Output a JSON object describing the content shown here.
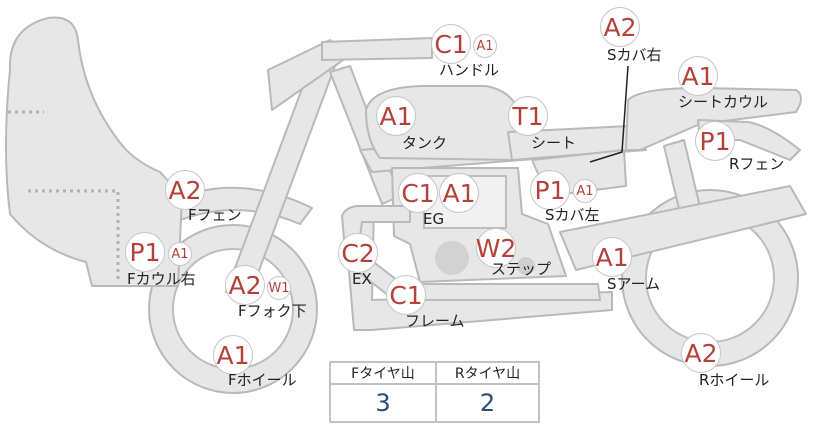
{
  "parts": [
    {
      "id": "handle",
      "grade": "C1",
      "sub": "A1",
      "label": "ハンドル"
    },
    {
      "id": "tank",
      "grade": "A1",
      "label": "タンク"
    },
    {
      "id": "seat",
      "grade": "T1",
      "label": "シート"
    },
    {
      "id": "side-cover-right",
      "grade": "A2",
      "label": "Sカバ右"
    },
    {
      "id": "seat-cowl",
      "grade": "A1",
      "label": "シートカウル"
    },
    {
      "id": "rear-fender",
      "grade": "P1",
      "label": "Rフェン"
    },
    {
      "id": "front-fender",
      "grade": "A2",
      "label": "Fフェン"
    },
    {
      "id": "engine",
      "grade": "C1",
      "grade2": "A1",
      "label": "EG"
    },
    {
      "id": "side-cover-left",
      "grade": "P1",
      "sub": "A1",
      "label": "Sカバ左"
    },
    {
      "id": "front-cowl-right",
      "grade": "P1",
      "sub": "A1",
      "label": "Fカウル右"
    },
    {
      "id": "exhaust",
      "grade": "C2",
      "label": "EX"
    },
    {
      "id": "step",
      "grade": "W2",
      "label": "ステップ"
    },
    {
      "id": "swing-arm",
      "grade": "A1",
      "label": "Sアーム"
    },
    {
      "id": "front-fork-lower",
      "grade": "A2",
      "sub": "W1",
      "label": "Fフォク下"
    },
    {
      "id": "frame",
      "grade": "C1",
      "label": "フレーム"
    },
    {
      "id": "front-wheel",
      "grade": "A1",
      "label": "Fホイール"
    },
    {
      "id": "rear-wheel",
      "grade": "A2",
      "label": "Rホイール"
    }
  ],
  "tire_table": {
    "headers": [
      "Fタイヤ山",
      "Rタイヤ山"
    ],
    "values": [
      "3",
      "2"
    ]
  },
  "colors": {
    "grade_text": "#b5413b",
    "tread_value": "#2e4a78",
    "body": "#e7e7e7"
  }
}
